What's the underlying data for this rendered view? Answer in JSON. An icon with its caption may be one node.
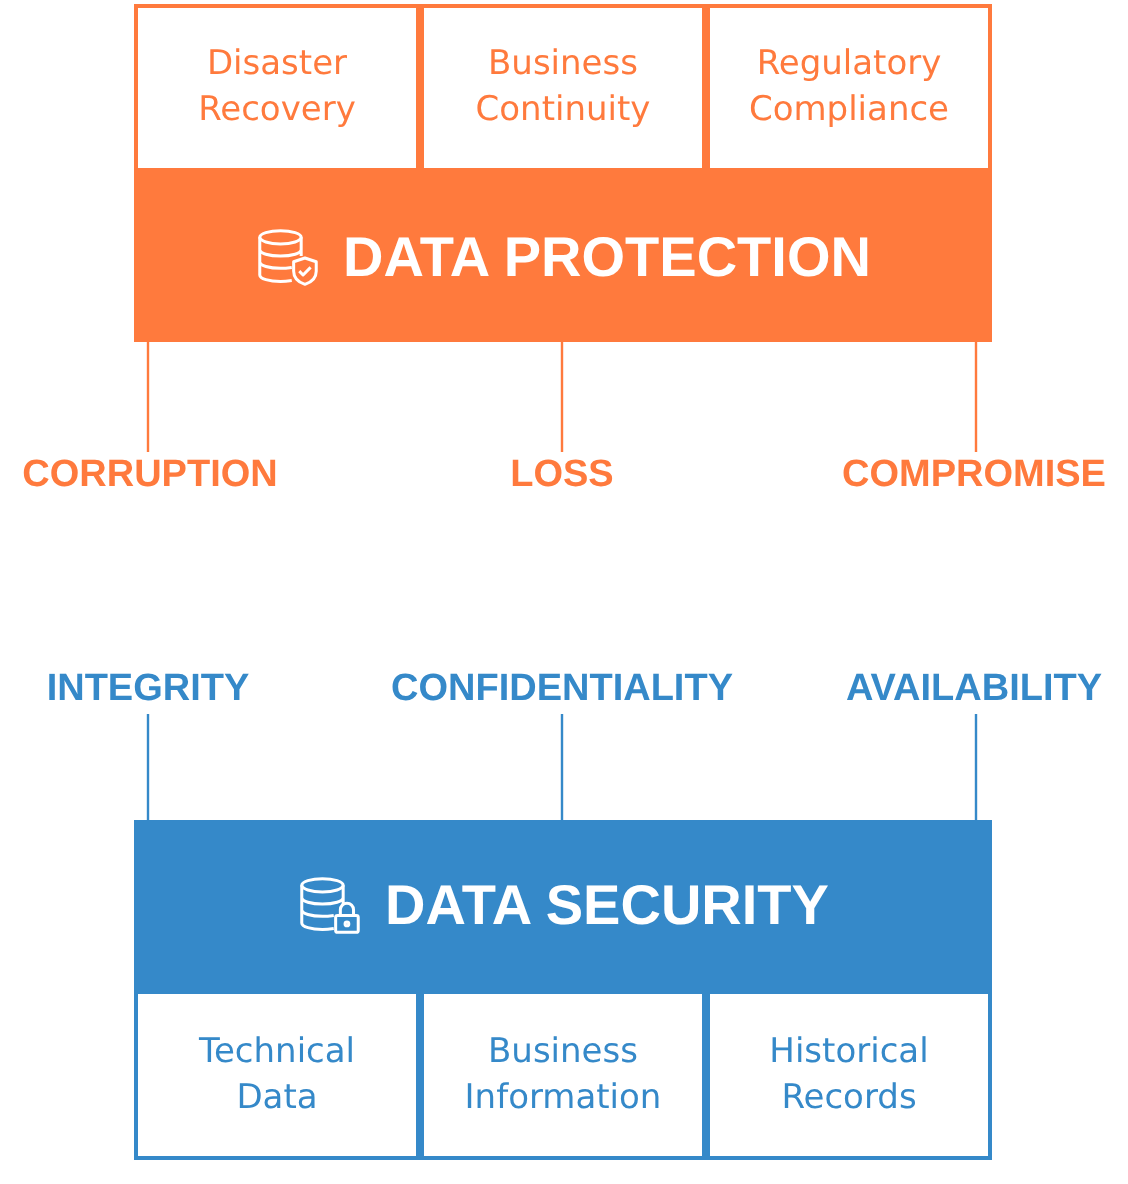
{
  "diagram": {
    "nodes": [
      {
        "text": [
          "Disaster Recovery"
        ]
      },
      {
        "text": [
          "Business Continuity"
        ]
      },
      {
        "text": [
          "Regulatory Compliance"
        ]
      },
      {
        "text": [
          "DATA PROTECTION"
        ]
      },
      {
        "text": [
          "CORRUPTION"
        ]
      },
      {
        "text": [
          "LOSS"
        ]
      },
      {
        "text": [
          "COMPROMISE"
        ]
      },
      {
        "text": [
          "INTEGRITY"
        ]
      },
      {
        "text": [
          "CONFIDENTIALITY"
        ]
      },
      {
        "text": [
          "AVAILABILITY"
        ]
      },
      {
        "text": [
          "DATA SECURITY"
        ]
      },
      {
        "text": [
          "Technical Data"
        ]
      },
      {
        "text": [
          "Business Information"
        ]
      },
      {
        "text": [
          "Historical Records"
        ]
      }
    ],
    "edges": [
      {
        "from": 3,
        "to": 4,
        "arrow": "none",
        "color": "#ff7a3d"
      },
      {
        "from": 3,
        "to": 5,
        "arrow": "none",
        "color": "#ff7a3d"
      },
      {
        "from": 3,
        "to": 6,
        "arrow": "none",
        "color": "#ff7a3d"
      },
      {
        "from": 7,
        "to": 10,
        "arrow": "none",
        "color": "#3589c9"
      },
      {
        "from": 8,
        "to": 10,
        "arrow": "none",
        "color": "#3589c9"
      },
      {
        "from": 9,
        "to": 10,
        "arrow": "none",
        "color": "#3589c9"
      }
    ]
  }
}
